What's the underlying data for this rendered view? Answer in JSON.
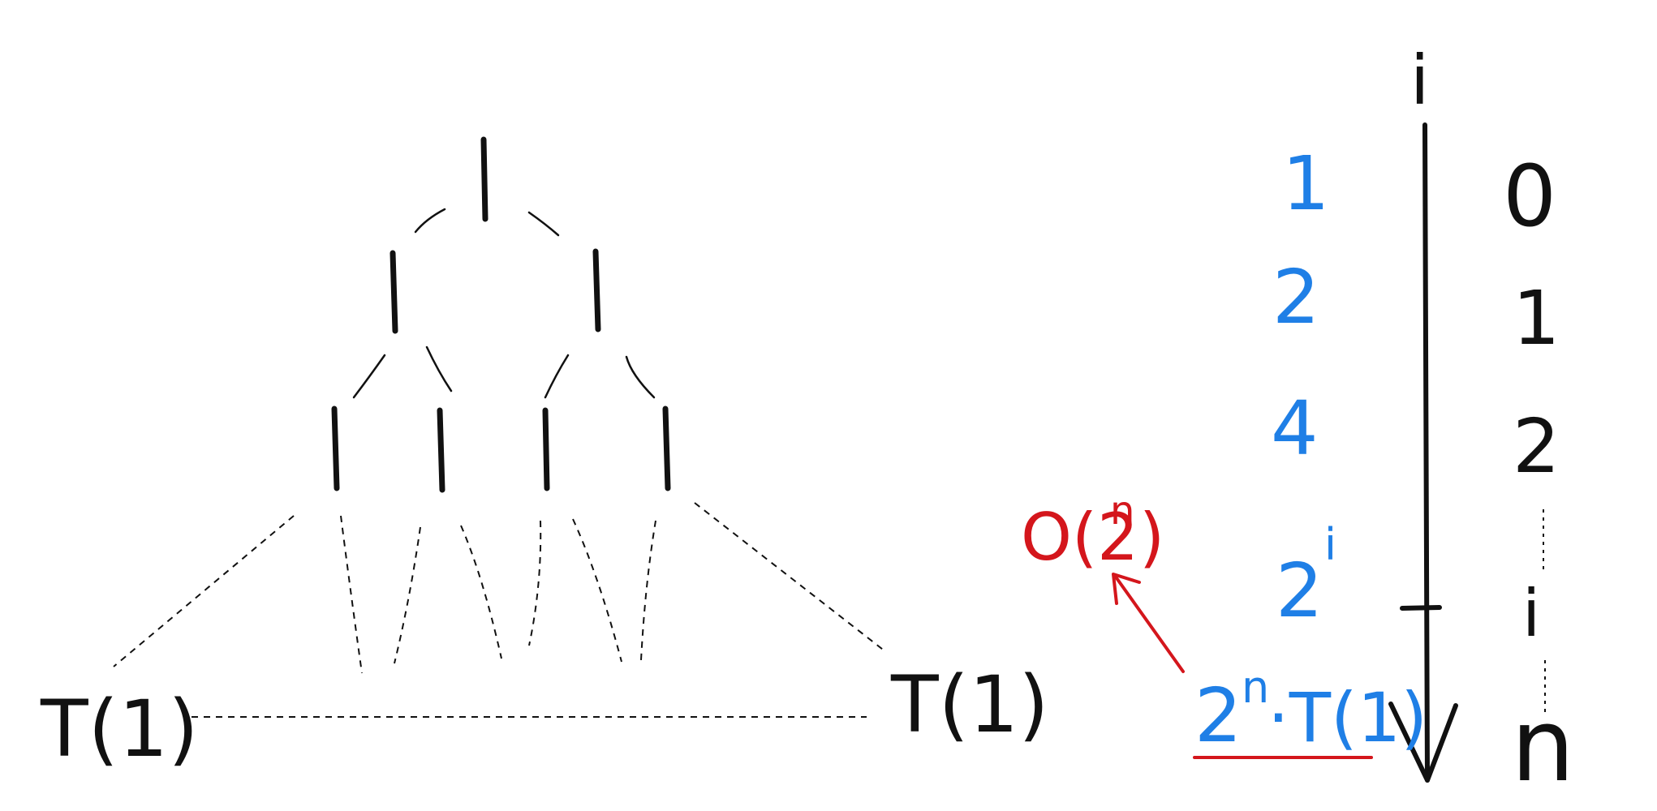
{
  "tree": {
    "leaf_left_label": "T(1)",
    "leaf_right_label": "T(1)"
  },
  "counts": {
    "items": [
      "1",
      "2",
      "4",
      "2",
      "2"
    ],
    "superscripts": [
      "i",
      "n"
    ],
    "bottom_suffix": "·T(1)"
  },
  "levels": {
    "axis_label": "i",
    "items": [
      "0",
      "1",
      "2",
      "i",
      "n"
    ]
  },
  "result": {
    "text_prefix": "O(2",
    "superscript": "n",
    "text_suffix": ")"
  },
  "colors": {
    "ink": "#111111",
    "count_ink": "#1f7fe6",
    "result_ink": "#d4161c"
  }
}
